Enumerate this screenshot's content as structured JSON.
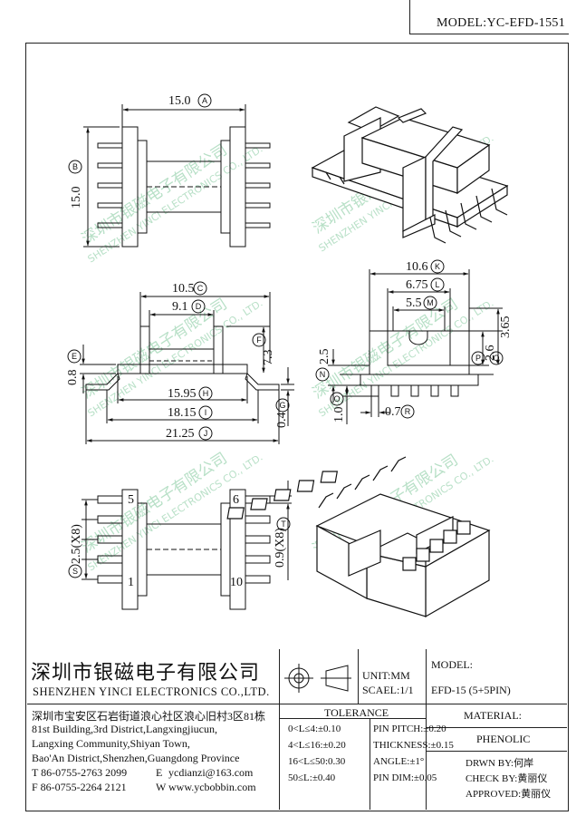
{
  "model_label": "MODEL:YC-EFD-1551",
  "watermark": {
    "cn": "深圳市银磁电子有限公司",
    "en": "SHENZHEN YINCI ELECTRONICS CO., LTD."
  },
  "dims": {
    "top_width": "15.0",
    "top_width_tag": "A",
    "top_height": "15.0",
    "top_height_tag": "B",
    "side_c": "10.5",
    "side_c_tag": "C",
    "side_d": "9.1",
    "side_d_tag": "D",
    "side_e": "0.8",
    "side_e_tag": "E",
    "side_f": "7.3",
    "side_f_tag": "F",
    "side_g": "0.4",
    "side_g_tag": "G",
    "side_h": "15.95",
    "side_h_tag": "H",
    "side_i": "18.15",
    "side_i_tag": "I",
    "side_j": "21.25",
    "side_j_tag": "J",
    "end_k": "10.6",
    "end_k_tag": "K",
    "end_l": "6.75",
    "end_l_tag": "L",
    "end_m": "5.5",
    "end_m_tag": "M",
    "end_n": "2.5",
    "end_n_tag": "N",
    "end_o": "1.0",
    "end_o_tag": "O",
    "end_p": "2.6",
    "end_p_tag": "P",
    "end_q": "3.65",
    "end_q_tag": "Q",
    "end_r": "0.7",
    "end_r_tag": "R",
    "bot_s": "2.5(X8)",
    "bot_s_tag": "S",
    "bot_t": "0.9(X8)",
    "bot_t_tag": "T",
    "pin5": "5",
    "pin6": "6",
    "pin1": "1",
    "pin10": "10"
  },
  "title_block": {
    "company_cn": "深圳市银磁电子有限公司",
    "company_en": "SHENZHEN YINCI ELECTRONICS CO.,LTD.",
    "address_cn": "深圳市宝安区石岩街道浪心社区浪心旧村3区81栋",
    "address_en_1": "81st Building,3rd District,Langxingjiucun,",
    "address_en_2": "Langxing Community,Shiyan Town,",
    "address_en_3": "Bao'An District,Shenzhen,Guangdong Province",
    "tel": "T 86-0755-2763 2099",
    "email_label": "E",
    "email": "ycdianzi@163.com",
    "fax": "F 86-0755-2264 2121",
    "web_label": "W",
    "web": "www.ycbobbin.com",
    "unit": "UNIT:MM",
    "scale": "SCAEL:1/1",
    "model_hdr": "MODEL:",
    "model_val": "EFD-15 (5+5PIN)",
    "tolerance_hdr": "TOLERANCE",
    "tol_1": "0<L≤4:±0.10",
    "tol_2": "4<L≤16:±0.20",
    "tol_3": "16<L≤50:0.30",
    "tol_4": "50≤L:±0.40",
    "pin_pitch": "PIN PITCH:±0.20",
    "thickness": "THICKNESS:±0.15",
    "angle": "ANGLE:±1°",
    "pin_dim": "PIN DIM:±0.05",
    "material_hdr": "MATERIAL:",
    "material_val": "PHENOLIC",
    "drawn_by": "DRWN BY:何岸",
    "check_by": "CHECK BY:黄丽仪",
    "approved": "APPROVED:黄丽仪"
  }
}
